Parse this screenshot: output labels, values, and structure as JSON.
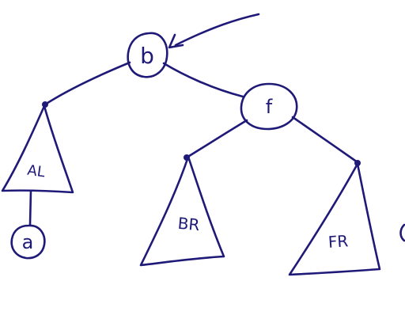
{
  "colors": {
    "ink": "#1f1a78",
    "paper": "#ffffff"
  },
  "diagram": {
    "nodes": {
      "root": {
        "label": "b"
      },
      "right_child": {
        "label": "f"
      },
      "leaf_circle": {
        "label": "a"
      }
    },
    "subtrees": {
      "left": {
        "label": "AL"
      },
      "middle": {
        "label": "BR"
      },
      "right": {
        "label": "FR"
      }
    }
  }
}
